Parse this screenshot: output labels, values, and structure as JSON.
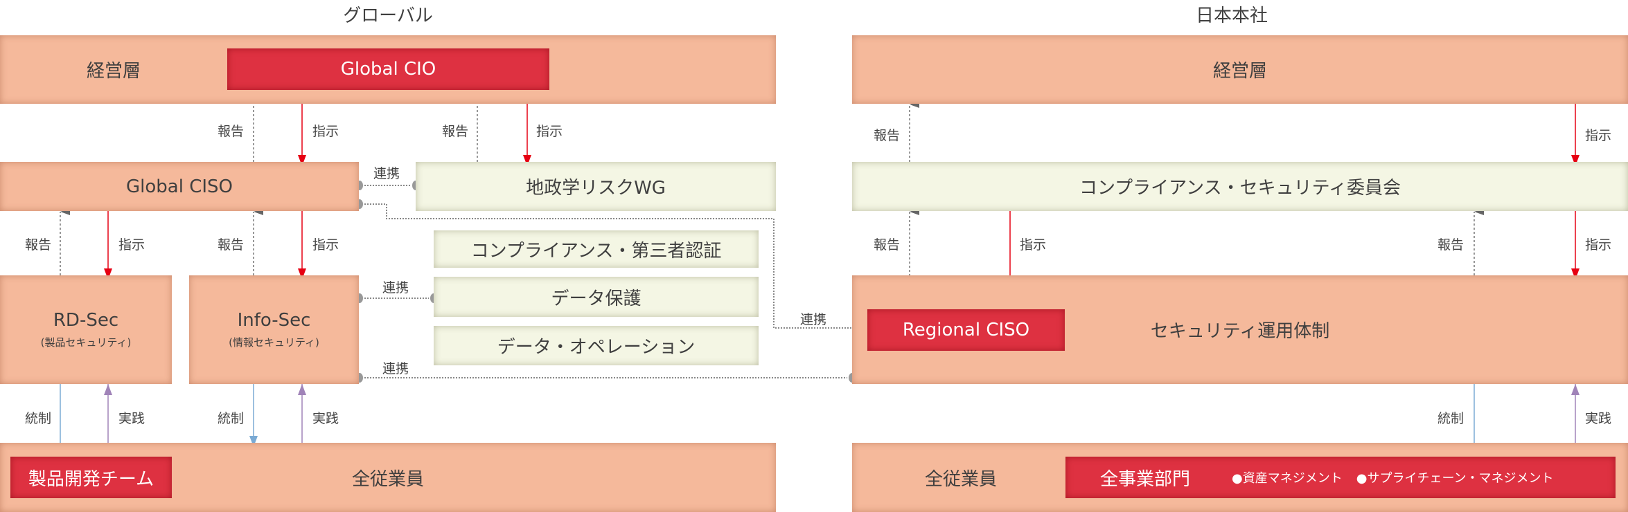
{
  "headers": {
    "global": "グローバル",
    "japan": "日本本社"
  },
  "global": {
    "management": "経営層",
    "cio": "Global CIO",
    "ciso": "Global CISO",
    "geo_wg": "地政学リスクWG",
    "compliance_cert": "コンプライアンス・第三者認証",
    "data_protection": "データ保護",
    "data_operation": "データ・オペレーション",
    "rd_sec": "RD-Sec",
    "rd_sec_sub": "(製品セキュリティ)",
    "info_sec": "Info-Sec",
    "info_sec_sub": "(情報セキュリティ)",
    "all_employees": "全従業員",
    "product_team": "製品開発チーム"
  },
  "japan": {
    "management": "経営層",
    "committee": "コンプライアンス・セキュリティ委員会",
    "operations": "セキュリティ運用体制",
    "regional_ciso": "Regional CISO",
    "all_employees": "全従業員",
    "all_divisions": "全事業部門",
    "bullet1": "●資産マネジメント",
    "bullet2": "●サプライチェーン・マネジメント"
  },
  "labels": {
    "report": "報告",
    "instruct": "指示",
    "link": "連携",
    "govern": "統制",
    "practice": "実践"
  }
}
